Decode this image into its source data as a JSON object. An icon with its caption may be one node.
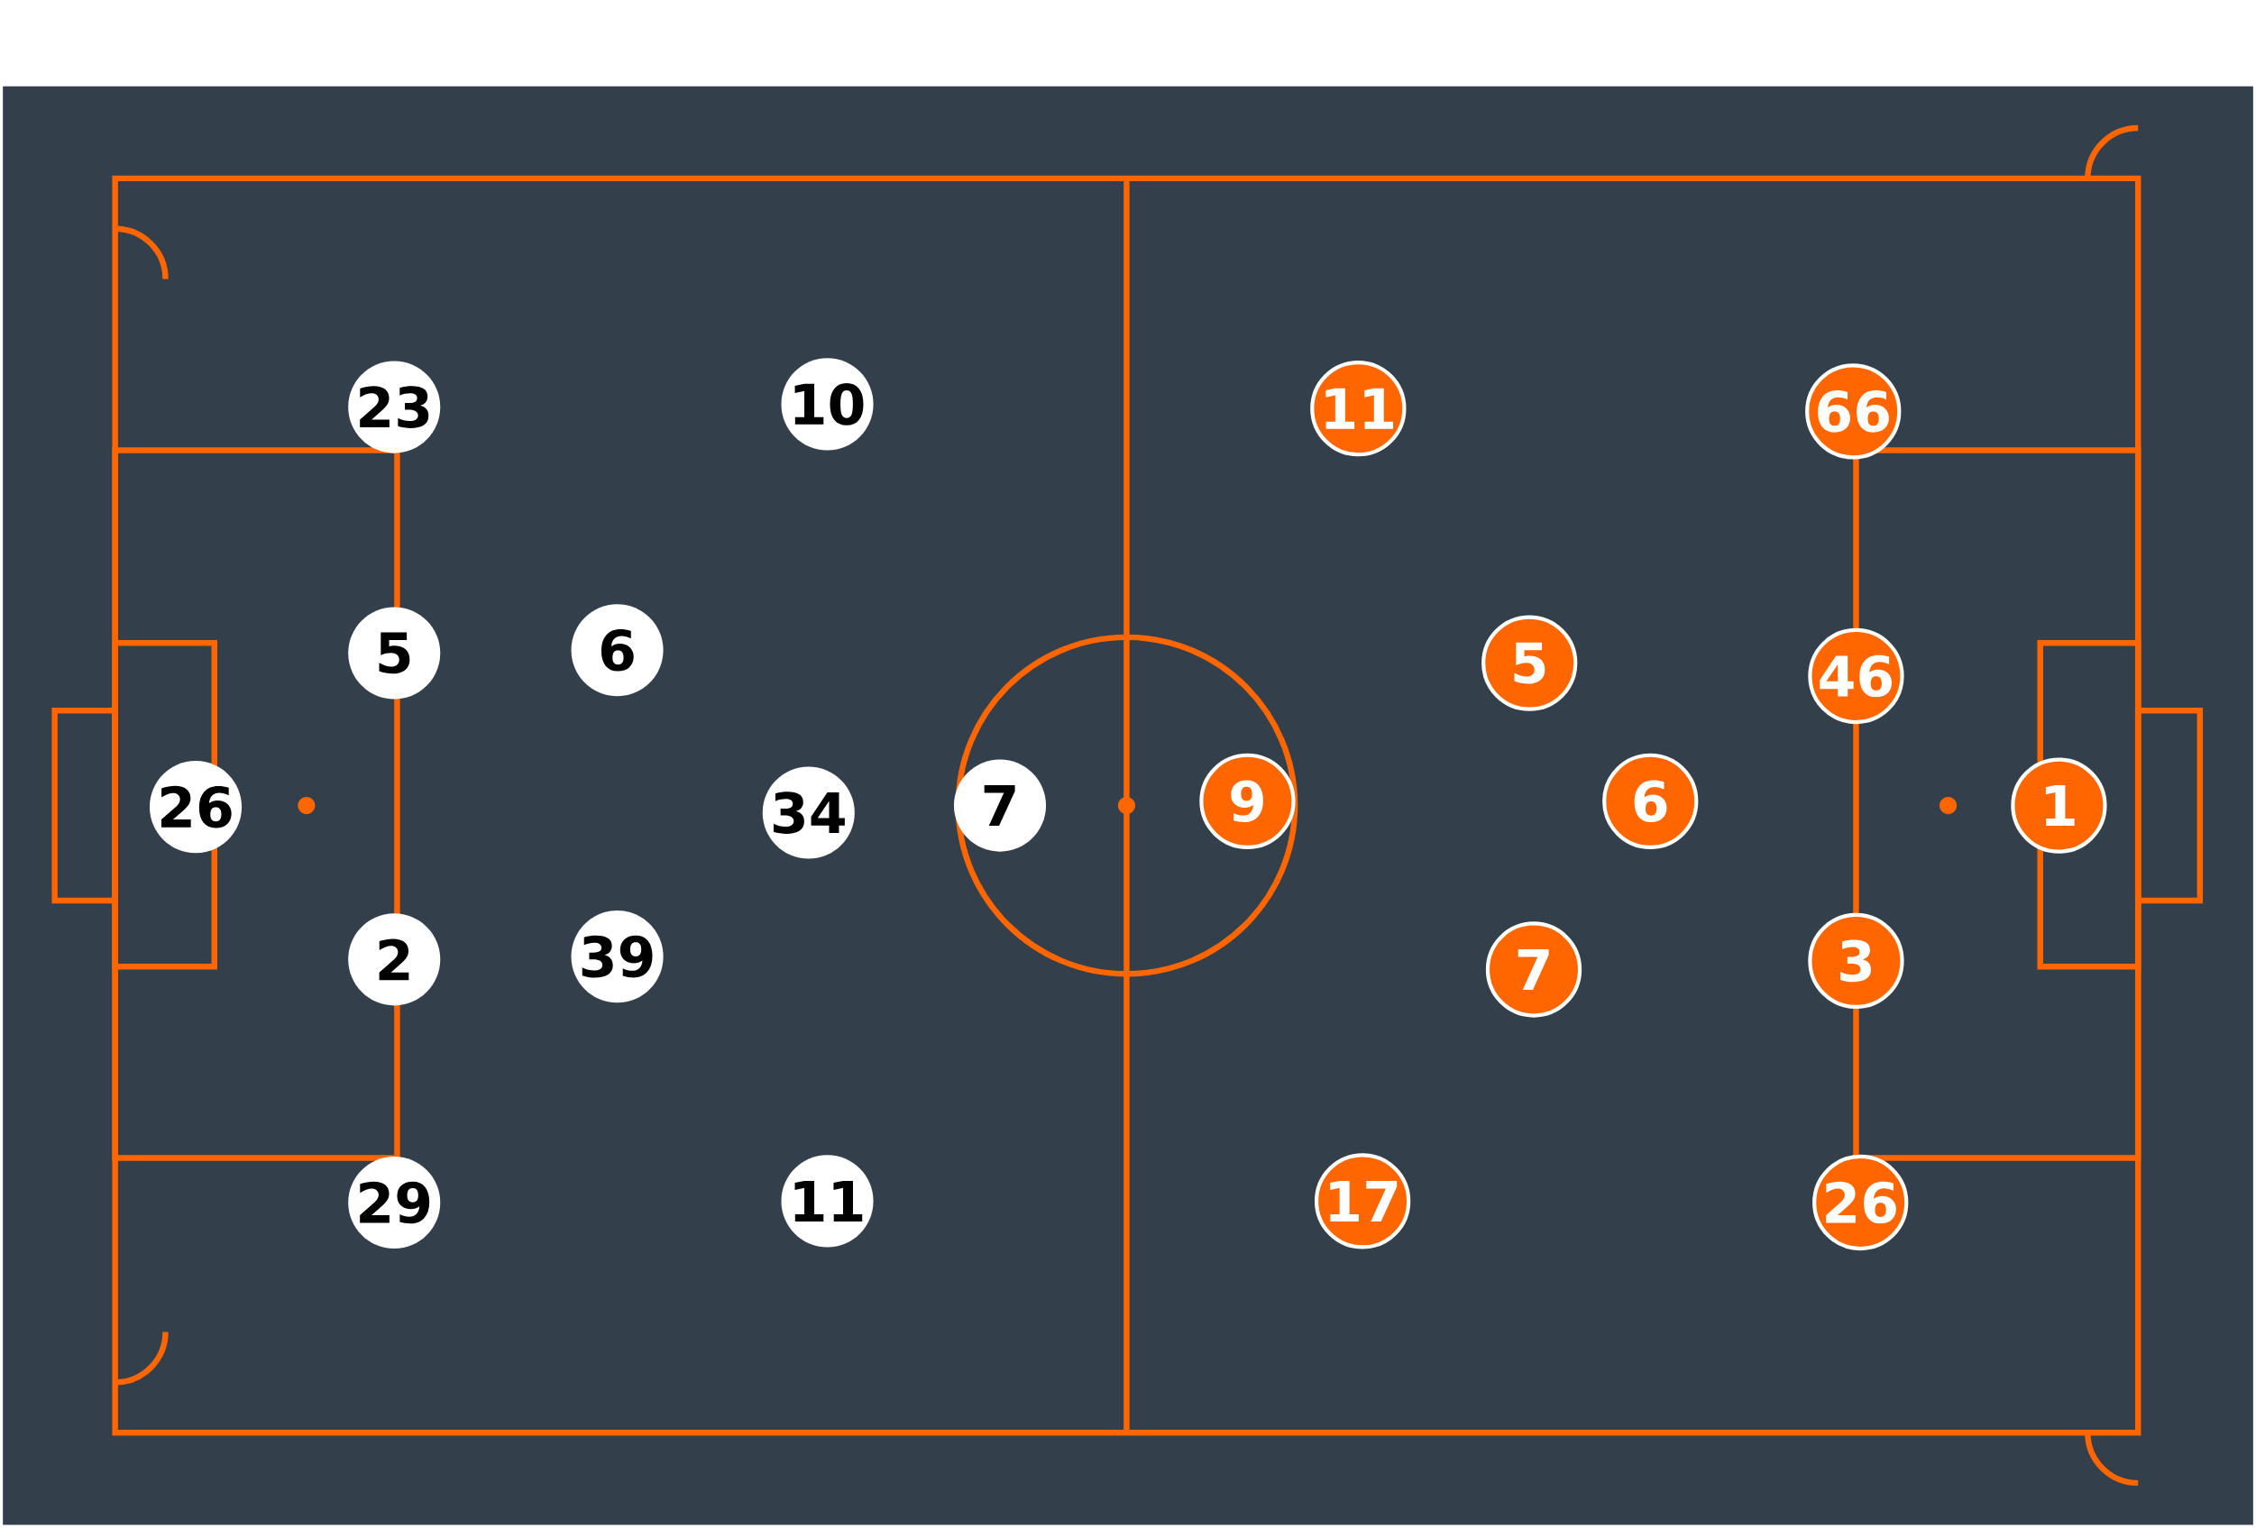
{
  "diagram": {
    "nodes": [
      {
        "text": [
          "23"
        ]
      },
      {
        "text": [
          "10"
        ]
      },
      {
        "text": [
          "5"
        ]
      },
      {
        "text": [
          "6"
        ]
      },
      {
        "text": [
          "26"
        ]
      },
      {
        "text": [
          "34"
        ]
      },
      {
        "text": [
          "7"
        ]
      },
      {
        "text": [
          "2"
        ]
      },
      {
        "text": [
          "39"
        ]
      },
      {
        "text": [
          "29"
        ]
      },
      {
        "text": [
          "11"
        ]
      },
      {
        "text": [
          "11"
        ]
      },
      {
        "text": [
          "66"
        ]
      },
      {
        "text": [
          "5"
        ]
      },
      {
        "text": [
          "46"
        ]
      },
      {
        "text": [
          "9"
        ]
      },
      {
        "text": [
          "6"
        ]
      },
      {
        "text": [
          "1"
        ]
      },
      {
        "text": [
          "7"
        ]
      },
      {
        "text": [
          "3"
        ]
      },
      {
        "text": [
          "17"
        ]
      },
      {
        "text": [
          "26"
        ]
      }
    ]
  }
}
